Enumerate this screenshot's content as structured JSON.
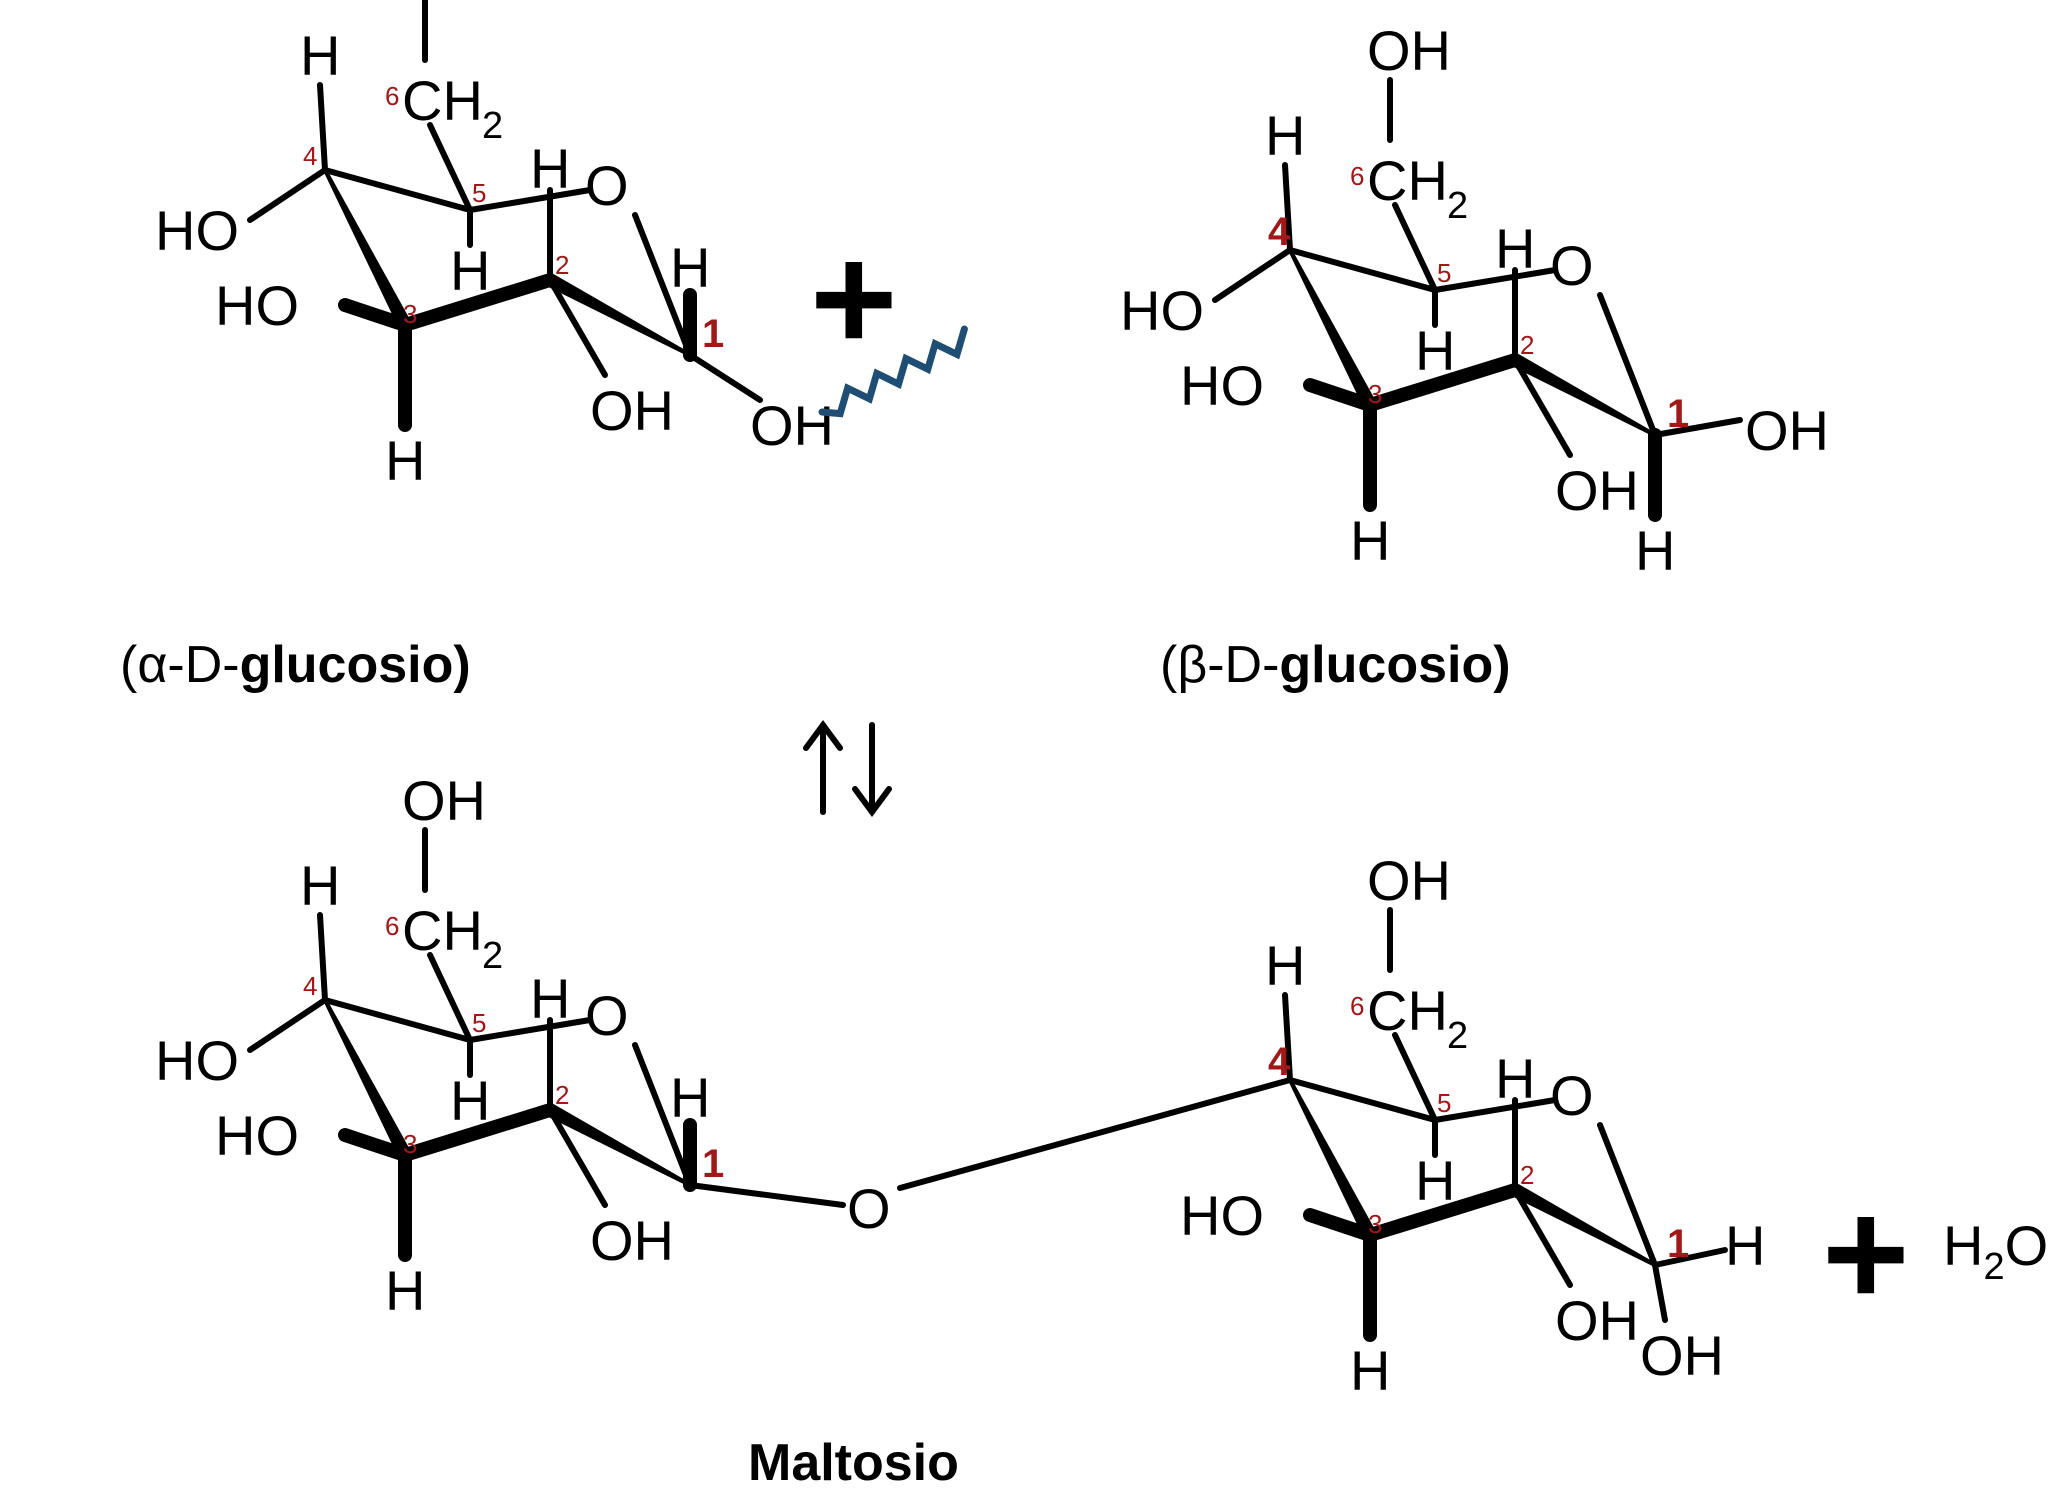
{
  "colors": {
    "ink": "#000000",
    "carbon_number": "#a01818",
    "hbond": "#1e4e73"
  },
  "atoms": {
    "O": "O",
    "H": "H",
    "OH": "OH",
    "HO": "HO",
    "CH": "CH",
    "sub2": "2",
    "C1": "1",
    "C2": "2",
    "C3": "3",
    "C4": "4",
    "C5": "5",
    "C6": "6"
  },
  "signs": {
    "plus": "+",
    "equilibrium": "⇅"
  },
  "labels": {
    "alpha_open": "(α-D-",
    "alpha_bold": "glucosio",
    "alpha_close": ")",
    "beta_open": "(β-D-",
    "beta_bold": "glucosio",
    "beta_close": ")",
    "product": "Maltosio",
    "water_H": "H",
    "water_sub": "2",
    "water_O": "O"
  }
}
